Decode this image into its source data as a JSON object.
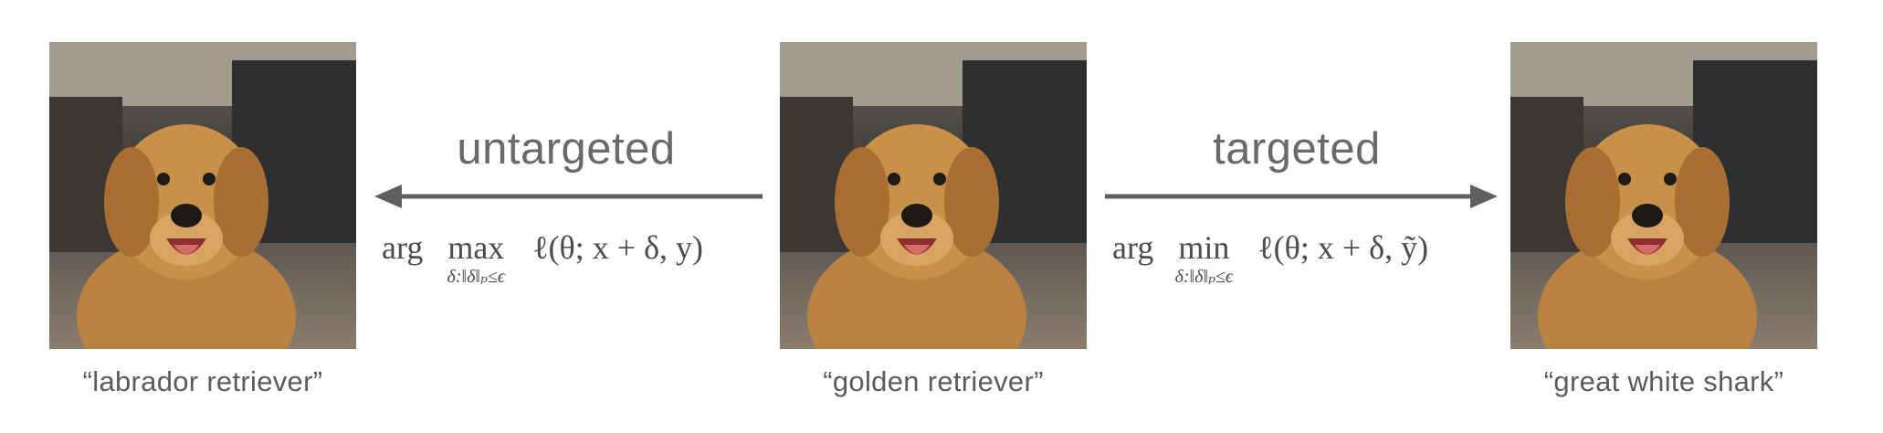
{
  "panels": {
    "left": {
      "caption": "“labrador retriever”"
    },
    "center": {
      "caption": "“golden retriever”"
    },
    "right": {
      "caption": "“great white shark”"
    }
  },
  "left_arrow": {
    "label": "untargeted",
    "direction": "left"
  },
  "right_arrow": {
    "label": "targeted",
    "direction": "right"
  },
  "formulas": {
    "untargeted": {
      "prefix": "arg",
      "op": "max",
      "sub": "δ:‖δ‖ₚ≤ϵ",
      "body": "ℓ(θ; x + δ, y)"
    },
    "targeted": {
      "prefix": "arg",
      "op": "min",
      "sub": "δ:‖δ‖ₚ≤ϵ",
      "body": "ℓ(θ; x + δ, ỹ)"
    }
  },
  "colors": {
    "arrow": "#5f5f5f",
    "text": "#5c5c5c",
    "fur": "#c8914a"
  }
}
